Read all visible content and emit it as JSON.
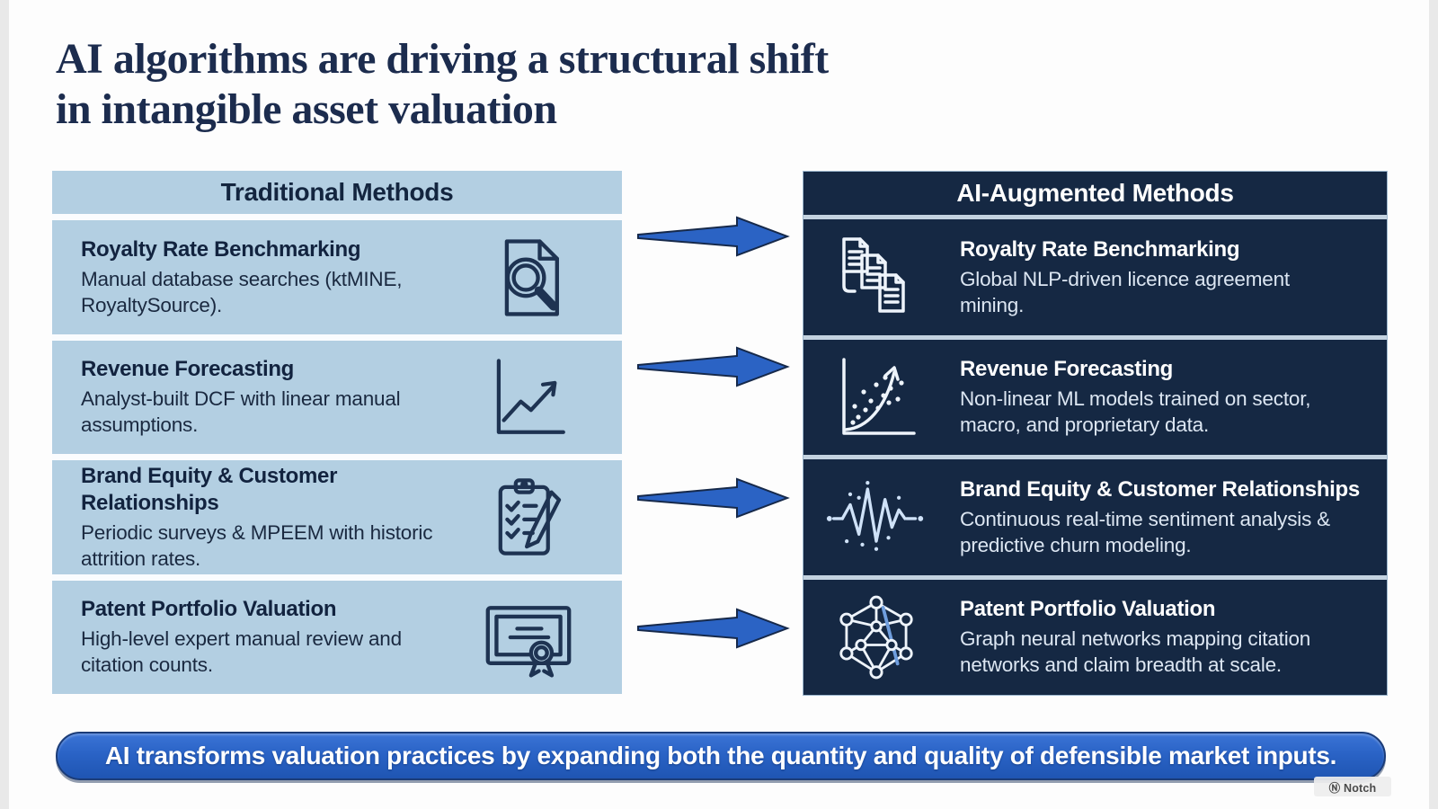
{
  "title": {
    "line1": "AI algorithms are driving a structural shift",
    "line2": "in intangible asset valuation"
  },
  "left_panel": {
    "header": "Traditional Methods",
    "rows": [
      {
        "title": "Royalty Rate Benchmarking",
        "desc": "Manual database searches (ktMINE, RoyaltySource).",
        "icon": "document-search-icon"
      },
      {
        "title": "Revenue Forecasting",
        "desc": "Analyst-built DCF with linear manual assumptions.",
        "icon": "line-chart-icon"
      },
      {
        "title": "Brand Equity & Customer Relationships",
        "desc": "Periodic surveys & MPEEM with historic attrition rates.",
        "icon": "clipboard-checklist-icon"
      },
      {
        "title": "Patent Portfolio Valuation",
        "desc": "High-level expert manual review and citation counts.",
        "icon": "certificate-icon"
      }
    ]
  },
  "right_panel": {
    "header": "AI-Augmented Methods",
    "rows": [
      {
        "title": "Royalty Rate Benchmarking",
        "desc": "Global NLP-driven licence agreement mining.",
        "icon": "document-stack-icon"
      },
      {
        "title": "Revenue Forecasting",
        "desc": "Non-linear ML models trained on sector, macro, and proprietary data.",
        "icon": "scatter-growth-icon"
      },
      {
        "title": "Brand Equity & Customer Relationships",
        "desc": "Continuous real-time sentiment analysis & predictive churn modeling.",
        "icon": "waveform-icon"
      },
      {
        "title": "Patent Portfolio Valuation",
        "desc": "Graph neural networks mapping citation networks and claim breadth at scale.",
        "icon": "network-graph-icon"
      }
    ]
  },
  "banner": {
    "text": "AI transforms valuation practices by expanding both the quantity and quality of defensible market inputs."
  },
  "watermark": {
    "text": "Ⓝ Notch"
  },
  "colors": {
    "title_navy": "#1c2c4e",
    "panel_light_blue": "#b3cfe2",
    "panel_dark_navy": "#152843",
    "arrow_blue": "#2b63c4",
    "banner_blue": "#2a63c6",
    "left_icon_stroke": "#1e3352",
    "right_icon_stroke": "#eef4fb"
  }
}
